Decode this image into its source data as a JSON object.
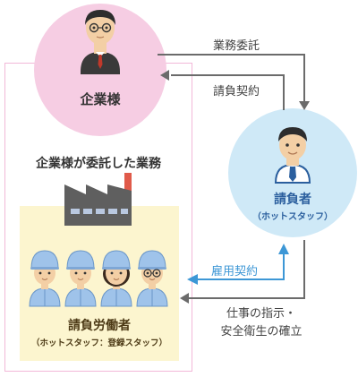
{
  "client": {
    "label": "企業様"
  },
  "contractor": {
    "label": "請負者",
    "sub_label": "（ホットスタッフ）"
  },
  "task": {
    "label": "企業様が委託した業務"
  },
  "workers": {
    "label": "請負労働者",
    "sub_label": "（ホットスタッフ：登録スタッフ）",
    "count": 4
  },
  "arrows": {
    "entrust": "業務委託",
    "contract": "請負契約",
    "employment": "雇用契約",
    "instruction_line1": "仕事の指示・",
    "instruction_line2": "安全衛生の確立"
  },
  "colors": {
    "client_circle": "#f6cde3",
    "contractor_circle": "#cfe9f7",
    "worker_box": "#fcf5cf",
    "frame_border": "#f2b8d8",
    "arrow_gray": "#6b6b6b",
    "arrow_blue": "#3d97d6"
  },
  "icons": [
    "businessman-icon",
    "staff-man-icon",
    "factory-icon",
    "worker-icon"
  ]
}
